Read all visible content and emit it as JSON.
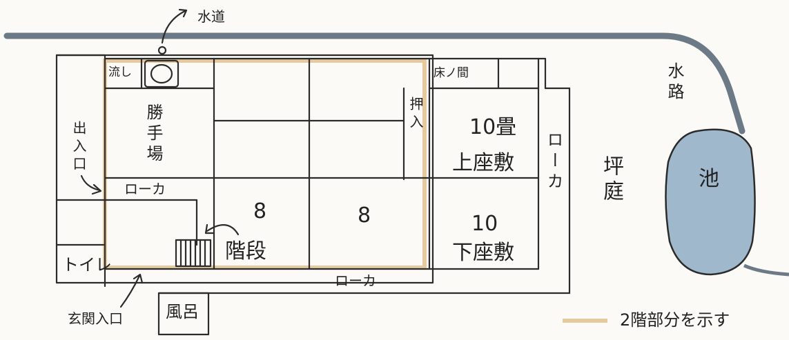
{
  "labels": {
    "water_supply": "水道",
    "sink": "流し",
    "tokonoma": "床ノ間",
    "oshiire": "押入",
    "entrance_side": "出入口",
    "kitchen": "勝手場",
    "upper_room_size": "10畳",
    "upper_room": "上座敷",
    "corridor_top": "ローカ",
    "corridor_right": "ローカ",
    "corridor_bottom": "ローカ",
    "room_a_size": "8",
    "room_b_size": "8",
    "stairs": "階段",
    "lower_room_size": "10",
    "lower_room": "下座敷",
    "toilet": "トイレ",
    "bath": "風呂",
    "main_entrance": "玄関入口",
    "garden": "坪庭",
    "waterway": "水路",
    "pond": "池",
    "legend_text": "2階部分を示す"
  },
  "colors": {
    "second_floor_outline": "#e7c9a0",
    "pond_fill": "#9fb8cc",
    "waterway": "#6b7a86",
    "ink": "#2b2b2b"
  }
}
